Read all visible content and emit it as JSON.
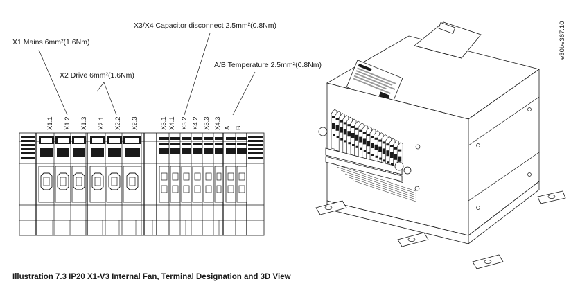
{
  "callouts": {
    "x1_mains": "X1 Mains 6mm²(1.6Nm)",
    "x2_drive": "X2 Drive 6mm²(1.6Nm)",
    "x3x4_capacitor": "X3/X4 Capacitor disconnect 2.5mm²(0.8Nm)",
    "ab_temperature": "A/B Temperature 2.5mm²(0.8Nm)"
  },
  "terminals": [
    "X1.1",
    "X1.2",
    "X1.3",
    "X2.1",
    "X2.2",
    "X2.3",
    "X3.1",
    "X4.1",
    "X3.2",
    "X4.2",
    "X3.3",
    "X4.3",
    "A",
    "B"
  ],
  "reference_id": "e30be367.10",
  "caption": "Illustration 7.3 IP20 X1-V3 Internal Fan, Terminal Designation and 3D View"
}
